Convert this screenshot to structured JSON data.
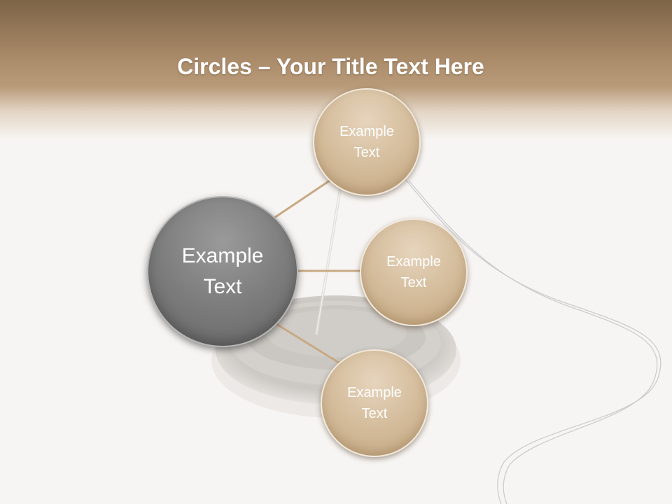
{
  "title": {
    "bold": "Circles",
    "rest": " – Your Title Text Here"
  },
  "colors": {
    "accent": "#b99b79",
    "connector": "#c8a983",
    "center_circle": "#7d7d7d",
    "outer_circle": "#d6bf9f",
    "text": "#ffffff"
  },
  "diagram": {
    "center": {
      "label": "Example\nText"
    },
    "nodes": [
      {
        "label": "Example\nText"
      },
      {
        "label": "Example\nText"
      },
      {
        "label": "Example\nText"
      }
    ]
  }
}
